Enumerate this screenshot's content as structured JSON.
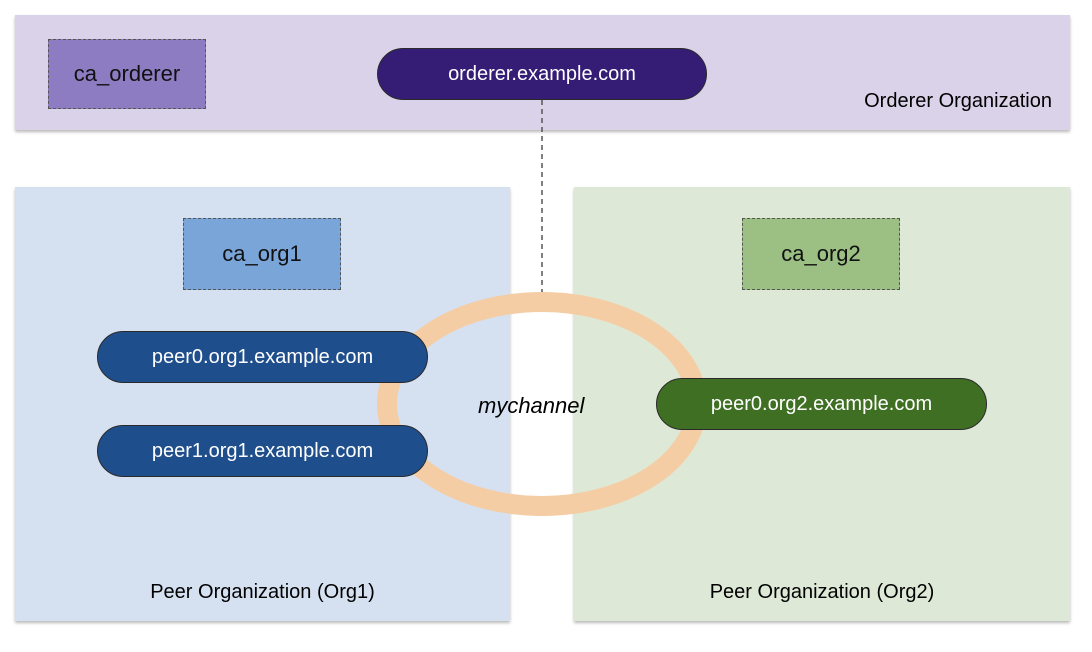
{
  "orderer_org": {
    "label": "Orderer Organization",
    "ca_label": "ca_orderer",
    "orderer_node": "orderer.example.com"
  },
  "org1": {
    "label": "Peer Organization (Org1)",
    "ca_label": "ca_org1",
    "peers": [
      "peer0.org1.example.com",
      "peer1.org1.example.com"
    ]
  },
  "org2": {
    "label": "Peer Organization (Org2)",
    "ca_label": "ca_org2",
    "peers": [
      "peer0.org2.example.com"
    ]
  },
  "channel": {
    "label": "mychannel"
  },
  "colors": {
    "orderer_panel": "#d9d2e9",
    "orderer_ca": "#8e7cc3",
    "orderer_node": "#351c75",
    "org1_panel": "#d5e1f1",
    "org1_ca": "#7aa5d8",
    "org1_node": "#1f4e8c",
    "org2_panel": "#dde9d6",
    "org2_ca": "#9cc084",
    "org2_node": "#3f6f22",
    "channel_ring": "#f5cda5",
    "connector": "#555555"
  }
}
